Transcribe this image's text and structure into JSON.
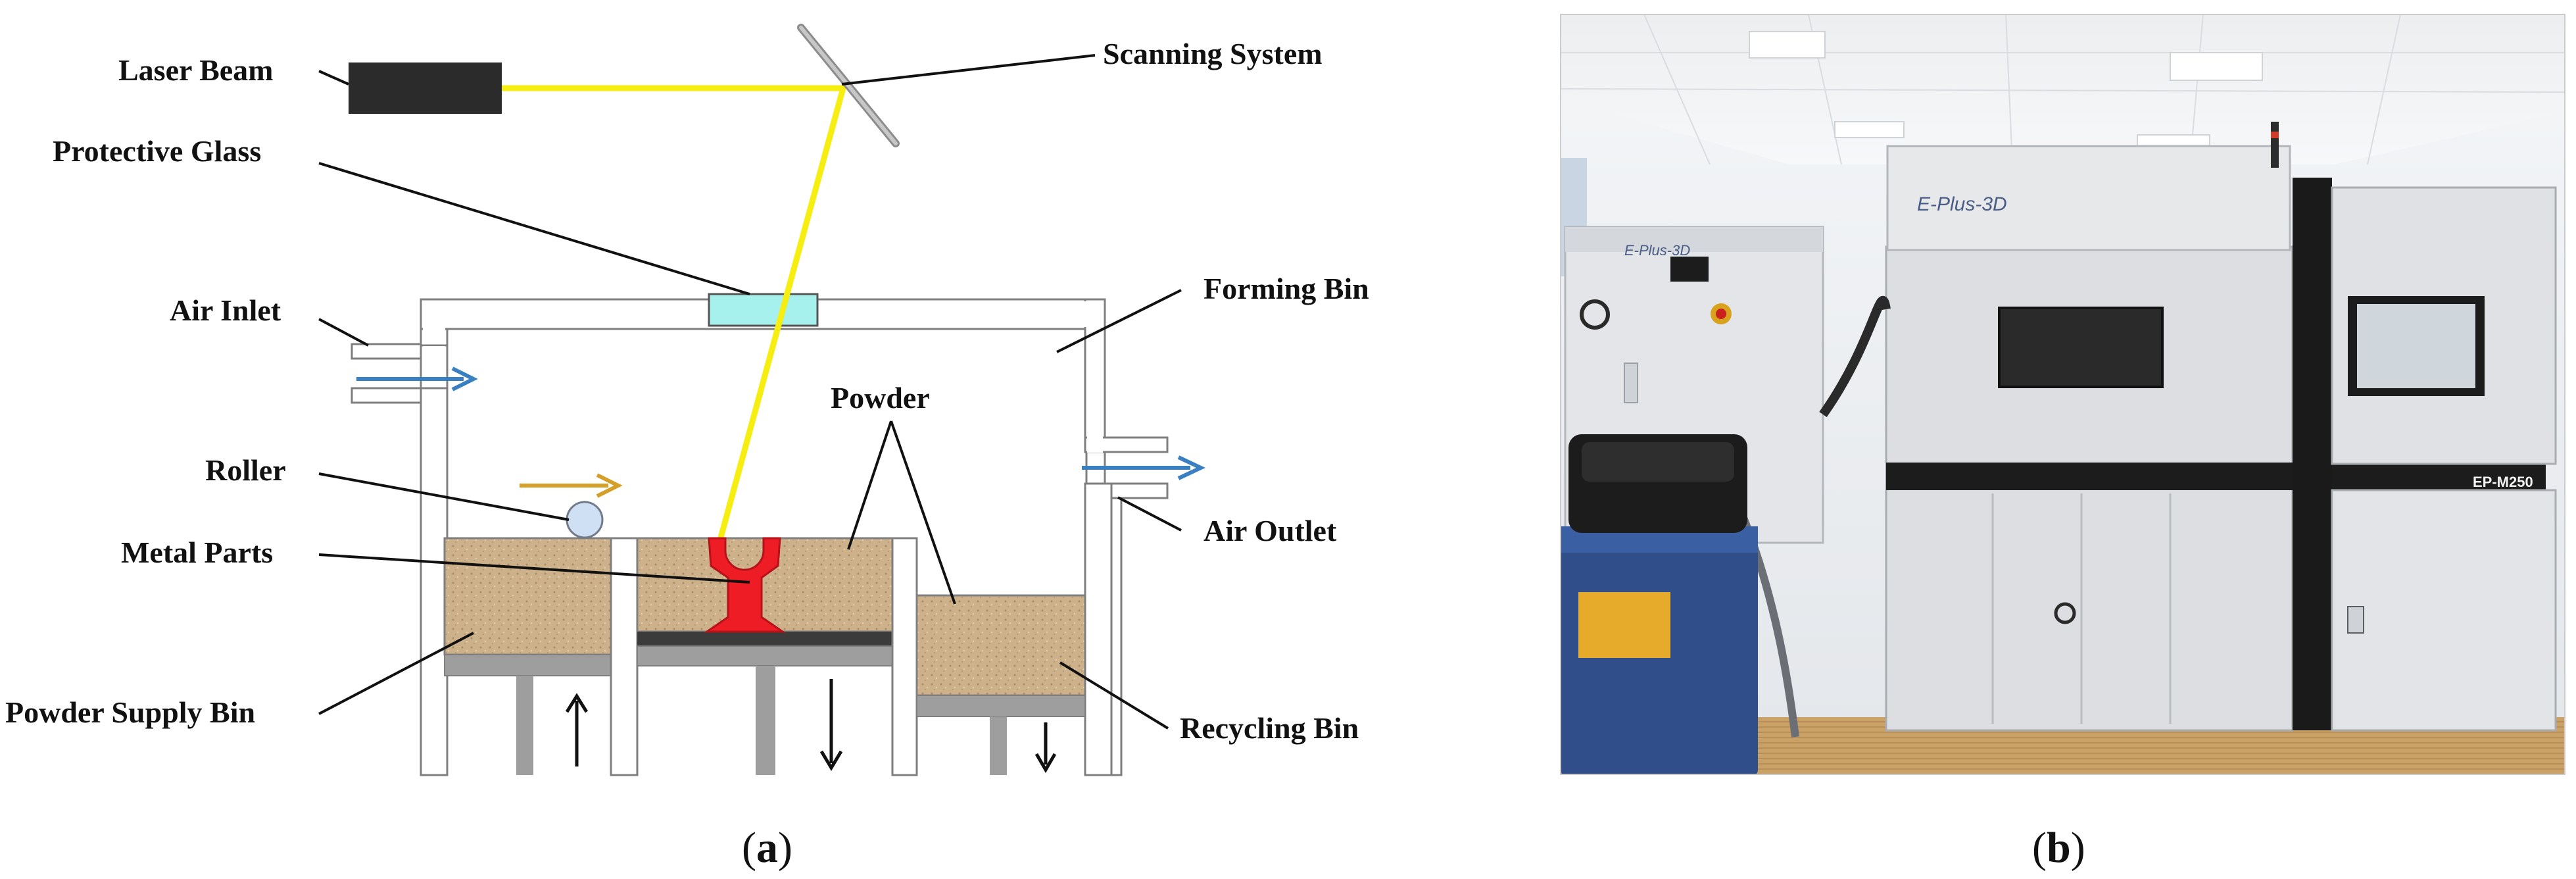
{
  "panel_a": {
    "labels": {
      "laser_beam": "Laser Beam",
      "scanning_system": "Scanning System",
      "protective_glass": "Protective Glass",
      "air_inlet": "Air Inlet",
      "forming_bin": "Forming Bin",
      "powder": "Powder",
      "roller": "Roller",
      "metal_parts": "Metal Parts",
      "air_outlet": "Air Outlet",
      "powder_supply_bin": "Powder Supply Bin",
      "recycling_bin": "Recycling Bin"
    },
    "caption_open": "(",
    "caption_letter": "a",
    "caption_close": ")"
  },
  "panel_b": {
    "brand_left": "E-Plus-3D",
    "brand_right": "E-Plus-3D",
    "model": "EP-M250",
    "caption_open": "(",
    "caption_letter": "b",
    "caption_close": ")"
  },
  "colors": {
    "laser": "#f5ee10",
    "air_arrow": "#3a7fc1",
    "roller_arrow": "#d4a02a",
    "powder": "#cfb38c",
    "metal_part": "#ee1c24",
    "glass": "#a6f0ee",
    "wall": "#ffffff",
    "stroke": "#7f7f7f"
  }
}
